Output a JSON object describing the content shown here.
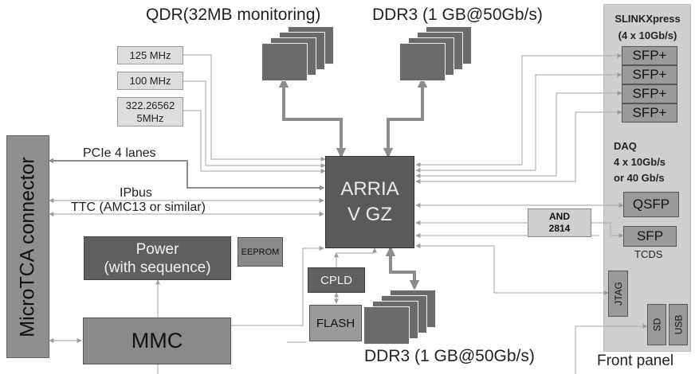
{
  "memory": {
    "qdr_title": "QDR(32MB monitoring)",
    "ddr3_top_title": "DDR3 (1 GB@50Gb/s)",
    "ddr3_bottom_title": "DDR3 (1 GB@50Gb/s)"
  },
  "clocks": {
    "clk1": "125 MHz",
    "clk2": "100 MHz",
    "clk3_line1": "322.26562",
    "clk3_line2": "5MHz"
  },
  "backplane": {
    "connector": "MicroTCA connector",
    "pcie": "PCIe 4 lanes",
    "ipbus": "IPbus",
    "ttc": "TTC (AMC13 or similar)"
  },
  "fpga": {
    "line1": "ARRIA",
    "line2": "V GZ"
  },
  "blocks": {
    "power_line1": "Power",
    "power_line2": "(with sequence)",
    "mmc": "MMC",
    "eeprom": "EEPROM",
    "cpld": "CPLD",
    "flash": "FLASH",
    "and_line1": "AND",
    "and_line2": "2814"
  },
  "front_panel": {
    "slink_line1": "SLINKXpress",
    "slink_line2": "(4 x 10Gb/s)",
    "sfp_plus": [
      "SFP+",
      "SFP+",
      "SFP+",
      "SFP+"
    ],
    "daq_line1": "DAQ",
    "daq_line2": "4 x 10Gb/s",
    "daq_line3": "or 40 Gb/s",
    "qsfp": "QSFP",
    "sfp": "SFP",
    "tcds": "TCDS",
    "jtag": "JTAG",
    "sd": "SD",
    "usb": "USB",
    "panel_label": "Front panel"
  },
  "colors": {
    "fpga": "#5a5a5a",
    "dark_block": "#5f5f5f",
    "mid_block": "#8a8a8a",
    "panel": "#cfcfcf",
    "wire": "#b5b5b5",
    "thick_arrow": "#8c8c8c"
  }
}
